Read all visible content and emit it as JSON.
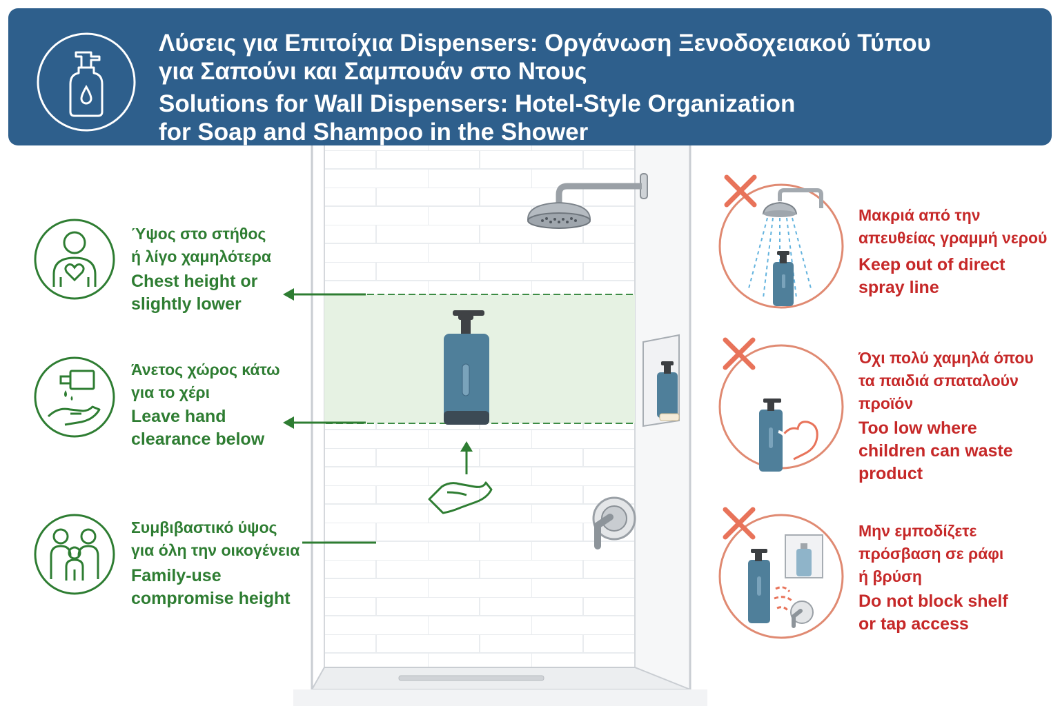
{
  "header": {
    "title_gr_line1": "Λύσεις για Επιτοίχια Dispensers: Οργάνωση Ξενοδοχειακού Τύπου",
    "title_gr_line2": "για Σαπούνι και Σαμπουάν στο Ντους",
    "title_en_line1": "Solutions for Wall Dispensers: Hotel-Style Organization",
    "title_en_line2": "for Soap and Shampoo in the Shower",
    "icon": "soap-dispenser-icon"
  },
  "tips": [
    {
      "icon": "person-chest-heart-icon",
      "gr_line1": "Ύψος στο στήθος",
      "gr_line2": "ή λίγο χαμηλότερα",
      "en_line1": "Chest height or",
      "en_line2": "slightly lower"
    },
    {
      "icon": "hand-under-dispenser-icon",
      "gr_line1": "Άνετος χώρος κάτω",
      "gr_line2": "για το χέρι",
      "en_line1": "Leave hand",
      "en_line2": "clearance below"
    },
    {
      "icon": "family-icon",
      "gr_line1": "Συμβιβαστικό ύψος",
      "gr_line2": "για όλη την οικογένεια",
      "en_line1": "Family-use",
      "en_line2": "compromise height"
    }
  ],
  "warnings": [
    {
      "icon": "spray-line-icon",
      "gr_lines": [
        "Μακριά από την",
        "απευθείας γραμμή νερού"
      ],
      "en_lines": [
        "Keep out of direct",
        "spray line"
      ]
    },
    {
      "icon": "child-hand-icon",
      "gr_lines": [
        "Όχι πολύ χαμηλά όπου",
        "τα παιδιά σπαταλούν",
        "προϊόν"
      ],
      "en_lines": [
        "Too low where",
        "children can waste",
        "product"
      ]
    },
    {
      "icon": "blocked-shelf-tap-icon",
      "gr_lines": [
        "Μην εμποδίζετε",
        "πρόσβαση σε ράφι",
        "ή βρύση"
      ],
      "en_lines": [
        "Do not block shelf",
        "or tap access"
      ]
    }
  ],
  "colors": {
    "header": "#2e5f8c",
    "green": "#2e7d32",
    "red": "#c62828",
    "cross": "#e8735a",
    "circle_red": "#e08a72",
    "bottle": "#4f7f9a",
    "zone": "#e6f2e3"
  }
}
